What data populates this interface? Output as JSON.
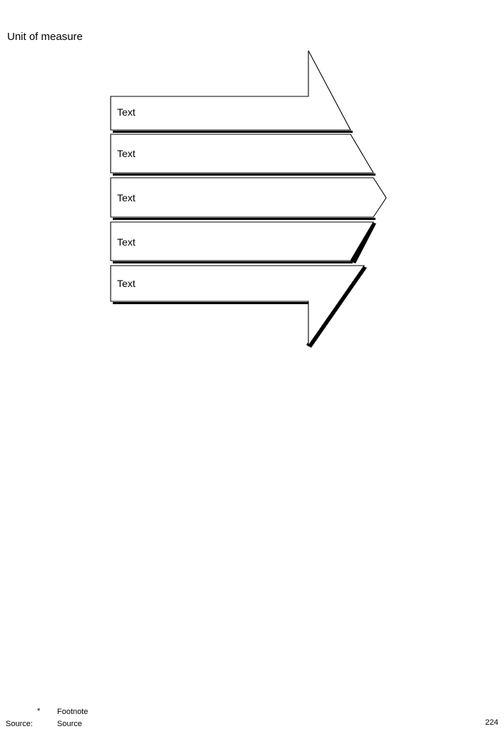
{
  "slide": {
    "unit_of_measure_label": "Unit of measure",
    "page_number": "224"
  },
  "footer": {
    "footnote_marker": "*",
    "footnote_text": "Footnote",
    "source_label": "Source:",
    "source_text": "Source"
  },
  "arrow": {
    "type": "segmented-right-arrow",
    "direction": "right",
    "segment_count": 5,
    "outline_color": "#000000",
    "fill_color": "#ffffff",
    "shadow_color": "#000000",
    "segments": [
      {
        "label": "Text"
      },
      {
        "label": "Text"
      },
      {
        "label": "Text"
      },
      {
        "label": "Text"
      },
      {
        "label": "Text"
      }
    ]
  }
}
